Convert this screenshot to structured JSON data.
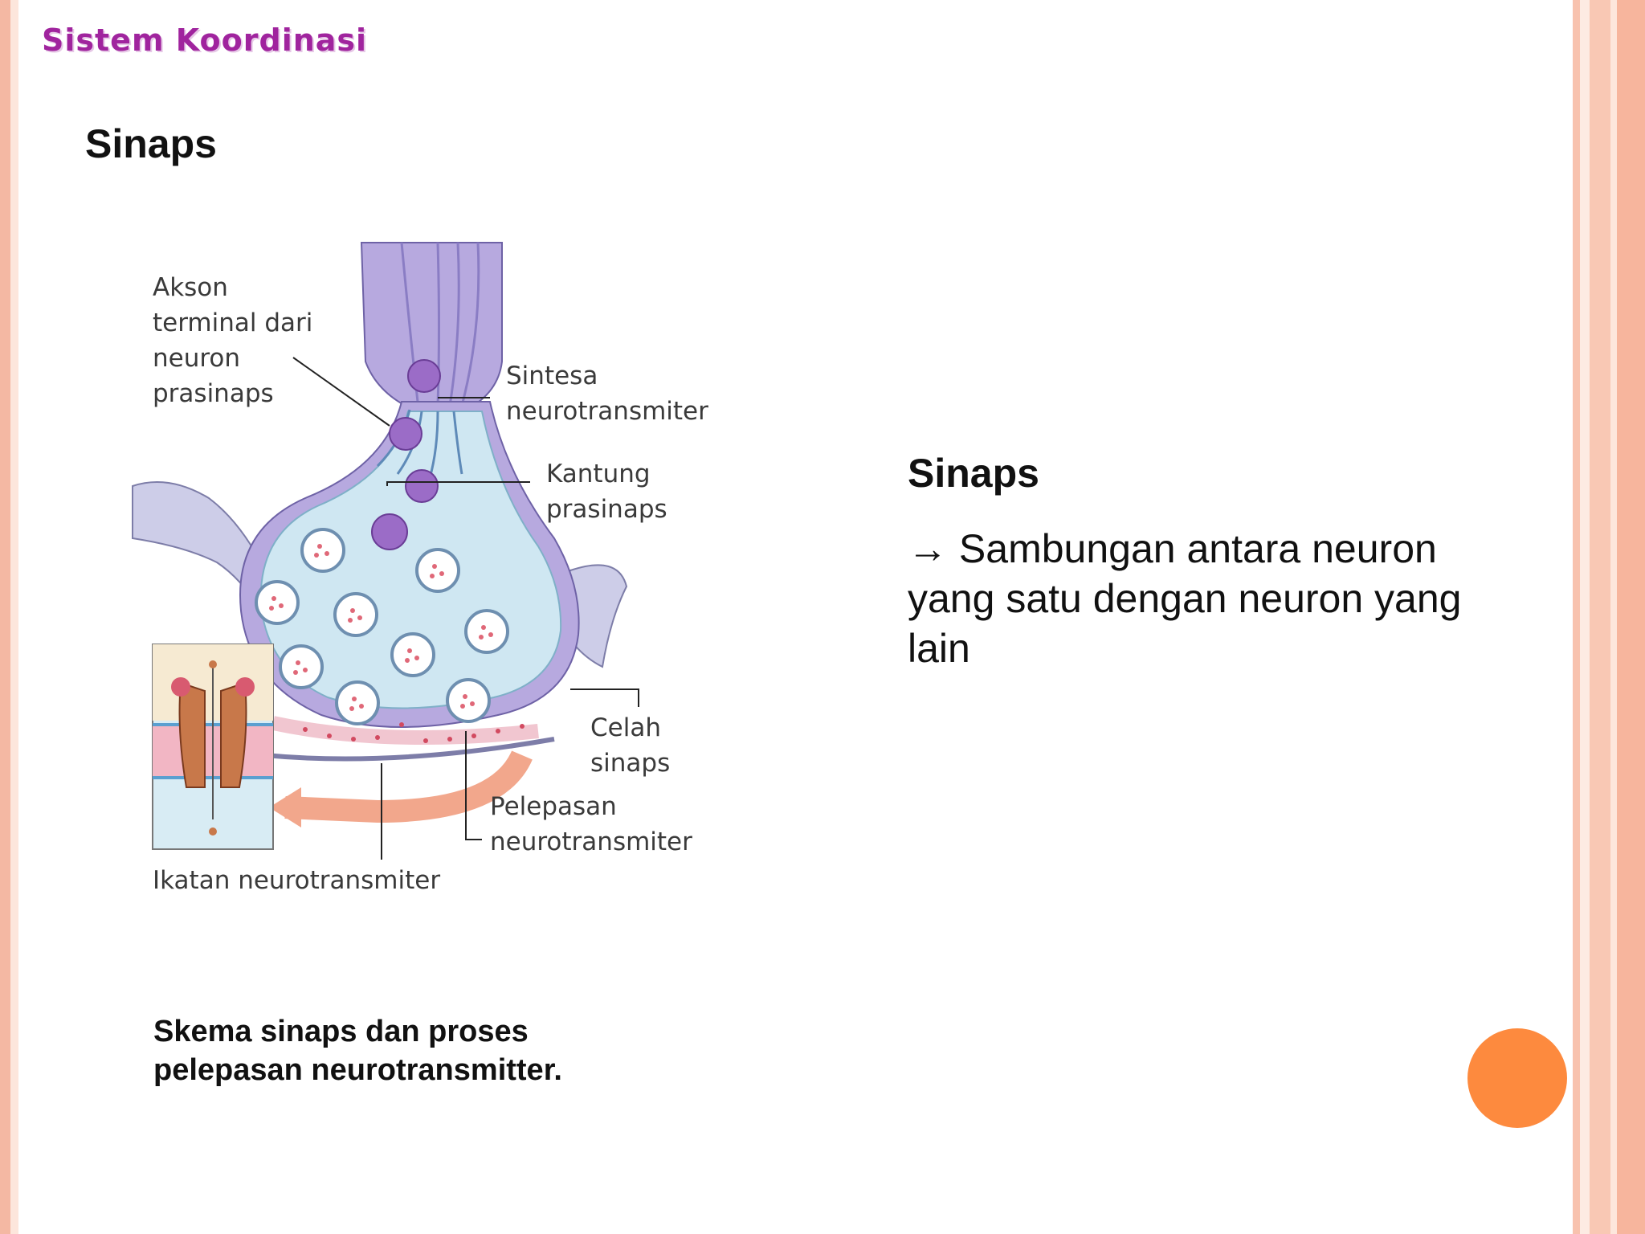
{
  "deck_title": "Sistem Koordinasi",
  "slide_heading": "Sinaps",
  "figure": {
    "labels": {
      "akson": [
        "Akson",
        "terminal  dari",
        "neuron",
        "prasinaps"
      ],
      "sintesa": [
        "Sintesa",
        "neurotransmiter"
      ],
      "kantung": [
        "Kantung",
        "prasinaps"
      ],
      "celah": [
        "Celah",
        "sinaps"
      ],
      "pelepasan": [
        "Pelepasan",
        "neurotransmiter"
      ],
      "ikatan": "Ikatan  neurotransmiter"
    },
    "caption": "Skema sinaps dan proses pelepasan neurotransmitter."
  },
  "side": {
    "heading": "Sinaps",
    "arrow_icon": "right-arrow-icon",
    "body": "Sambungan antara neuron yang satu dengan neuron yang lain"
  },
  "colors": {
    "title_purple": "#a0249e",
    "frame_peach": "#f4b8a3",
    "button_orange": "#fd8a3e",
    "membrane_purple": "#b8a8dc",
    "cytoplasm_blue": "#cfe7f2"
  }
}
